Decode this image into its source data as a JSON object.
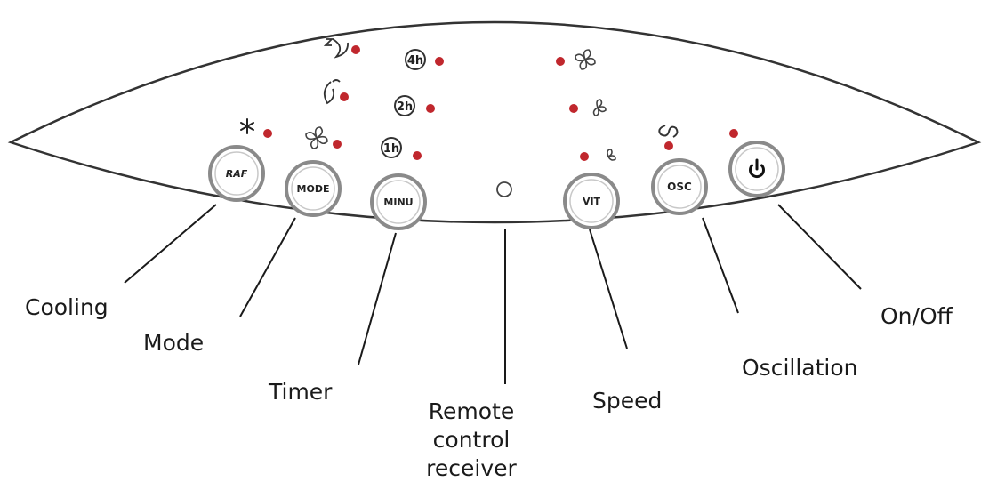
{
  "panel": {
    "buttons": {
      "cooling": "RAF",
      "mode": "MODE",
      "timer": "MINU",
      "speed": "VIT",
      "oscillation": "OSC",
      "power_icon": "power-icon"
    },
    "timer_indicators": [
      "4h",
      "2h",
      "1h"
    ],
    "icons": {
      "cooling": "snowflake-icon",
      "mode": [
        "sleep-mode-icon",
        "natural-wind-icon",
        "fan-mode-icon"
      ],
      "speed": [
        "fan-high-icon",
        "fan-medium-icon",
        "fan-low-icon"
      ],
      "oscillation": "oscillation-icon"
    },
    "colors": {
      "indicator_led": "#c0272d",
      "outline": "#333333",
      "button_ring": "#8a8a8a"
    }
  },
  "callouts": {
    "cooling": "Cooling",
    "mode": "Mode",
    "timer": "Timer",
    "remote_line1": "Remote",
    "remote_line2": "control",
    "remote_line3": "receiver",
    "speed": "Speed",
    "oscillation": "Oscillation",
    "on_off": "On/Off"
  }
}
